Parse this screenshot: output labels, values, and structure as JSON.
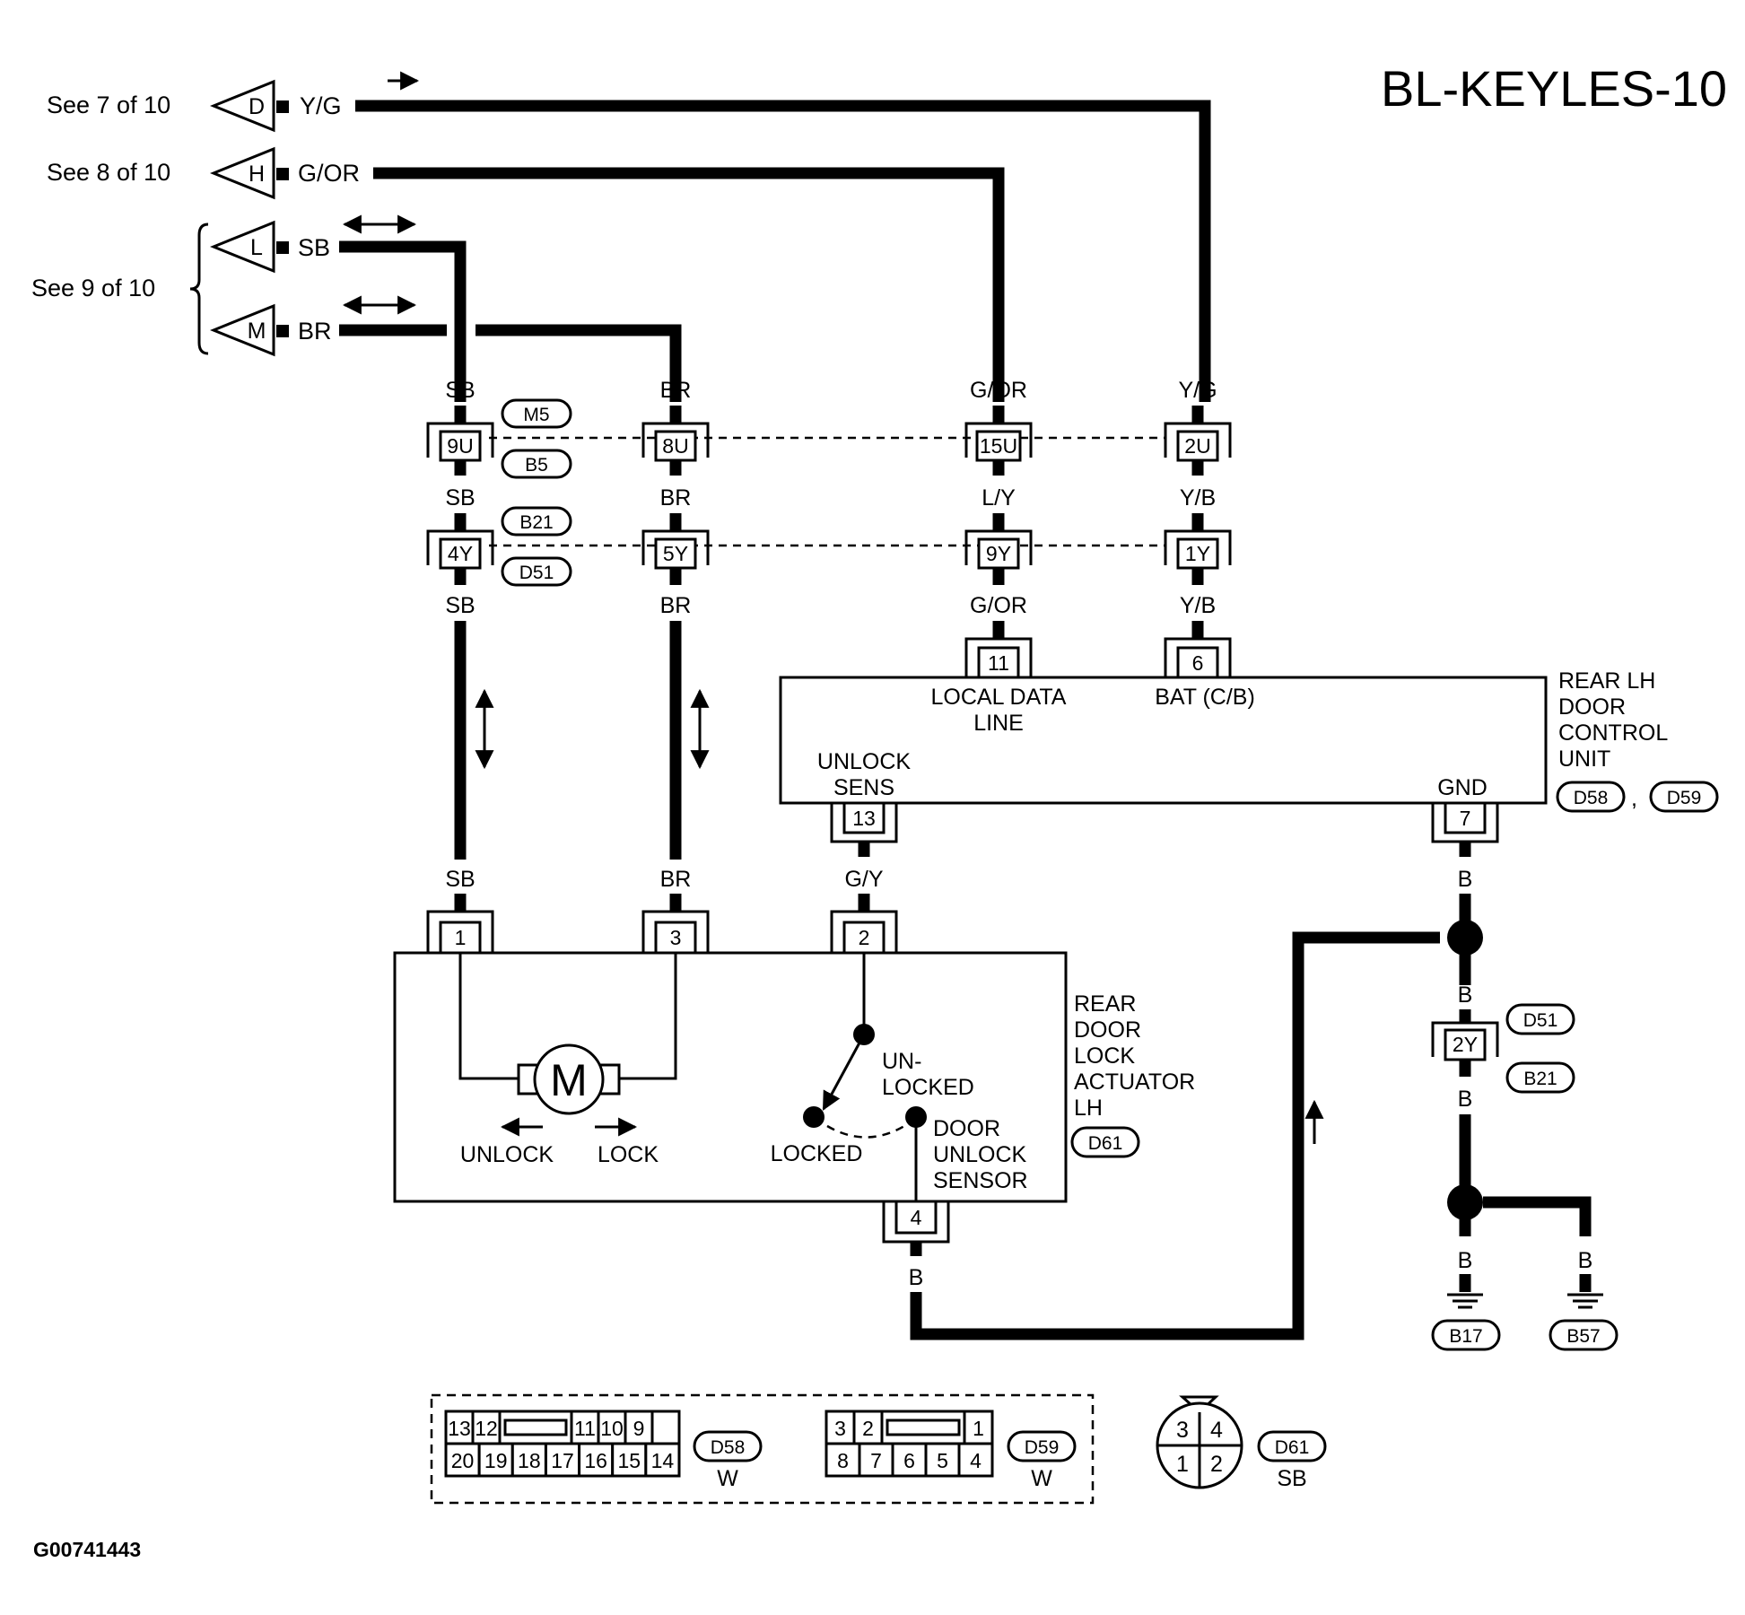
{
  "title": "BL-KEYLES-10",
  "figure_code": "G00741443",
  "refs": {
    "d": {
      "text": "See 7 of 10",
      "letter": "D",
      "wire": "Y/G"
    },
    "h": {
      "text": "See 8 of 10",
      "letter": "H",
      "wire": "G/OR"
    },
    "lm": {
      "text": "See 9 of 10",
      "l_letter": "L",
      "l_wire": "SB",
      "m_letter": "M",
      "m_wire": "BR"
    }
  },
  "columns": {
    "sb": {
      "top": "SB",
      "j1": "9U",
      "mid": "SB",
      "j2": "4Y",
      "low": "SB",
      "bottom": "SB"
    },
    "br": {
      "top": "BR",
      "j1": "8U",
      "mid": "BR",
      "j2": "5Y",
      "low": "BR",
      "bottom": "BR"
    },
    "gor": {
      "top": "G/OR",
      "j1": "15U",
      "mid": "L/Y",
      "j2": "9Y",
      "low": "G/OR"
    },
    "yg": {
      "top": "Y/G",
      "j1": "2U",
      "mid": "Y/B",
      "j2": "1Y",
      "low": "Y/B"
    }
  },
  "joint_connectors": {
    "row1_top": "M5",
    "row1_bottom": "B5",
    "row2_top": "B21",
    "row2_bottom": "D51"
  },
  "control_unit": {
    "name": [
      "REAR LH",
      "DOOR",
      "CONTROL",
      "UNIT"
    ],
    "connectors": [
      "D58",
      "D59"
    ],
    "sep": ",",
    "pins": {
      "local_data": "11",
      "bat": "6",
      "unlock_sens": "13",
      "gnd": "7"
    },
    "labels": {
      "local_data_1": "LOCAL DATA",
      "local_data_2": "LINE",
      "bat": "BAT (C/B)",
      "unlock_sens_1": "UNLOCK",
      "unlock_sens_2": "SENS",
      "gnd": "GND"
    }
  },
  "actuator": {
    "name": [
      "REAR",
      "DOOR",
      "LOCK",
      "ACTUATOR",
      "LH"
    ],
    "connector": "D61",
    "pins": {
      "p1": "1",
      "p3": "3",
      "p2": "2",
      "p4": "4"
    },
    "motor": "M",
    "unlock": "UNLOCK",
    "lock": "LOCK",
    "locked": "LOCKED",
    "unlocked_1": "UN-",
    "unlocked_2": "LOCKED",
    "sensor": [
      "DOOR",
      "UNLOCK",
      "SENSOR"
    ],
    "wire_gy": "G/Y",
    "wire_b": "B"
  },
  "ground": {
    "wire_b": "B",
    "connector_top": "D51",
    "connector_bottom": "B21",
    "pin": "2Y",
    "grounds": [
      "B17",
      "B57"
    ]
  },
  "connector_views": {
    "d58": {
      "top": [
        "13",
        "12",
        "",
        "11",
        "10",
        "9"
      ],
      "bottom": [
        "20",
        "19",
        "18",
        "17",
        "16",
        "15",
        "14"
      ],
      "id": "D58",
      "color": "W"
    },
    "d59": {
      "top": [
        "3",
        "2",
        "",
        "1"
      ],
      "bottom": [
        "8",
        "7",
        "6",
        "5",
        "4"
      ],
      "id": "D59",
      "color": "W"
    },
    "d61": {
      "top": [
        "3",
        "4"
      ],
      "bottom": [
        "1",
        "2"
      ],
      "id": "D61",
      "color": "SB"
    }
  }
}
